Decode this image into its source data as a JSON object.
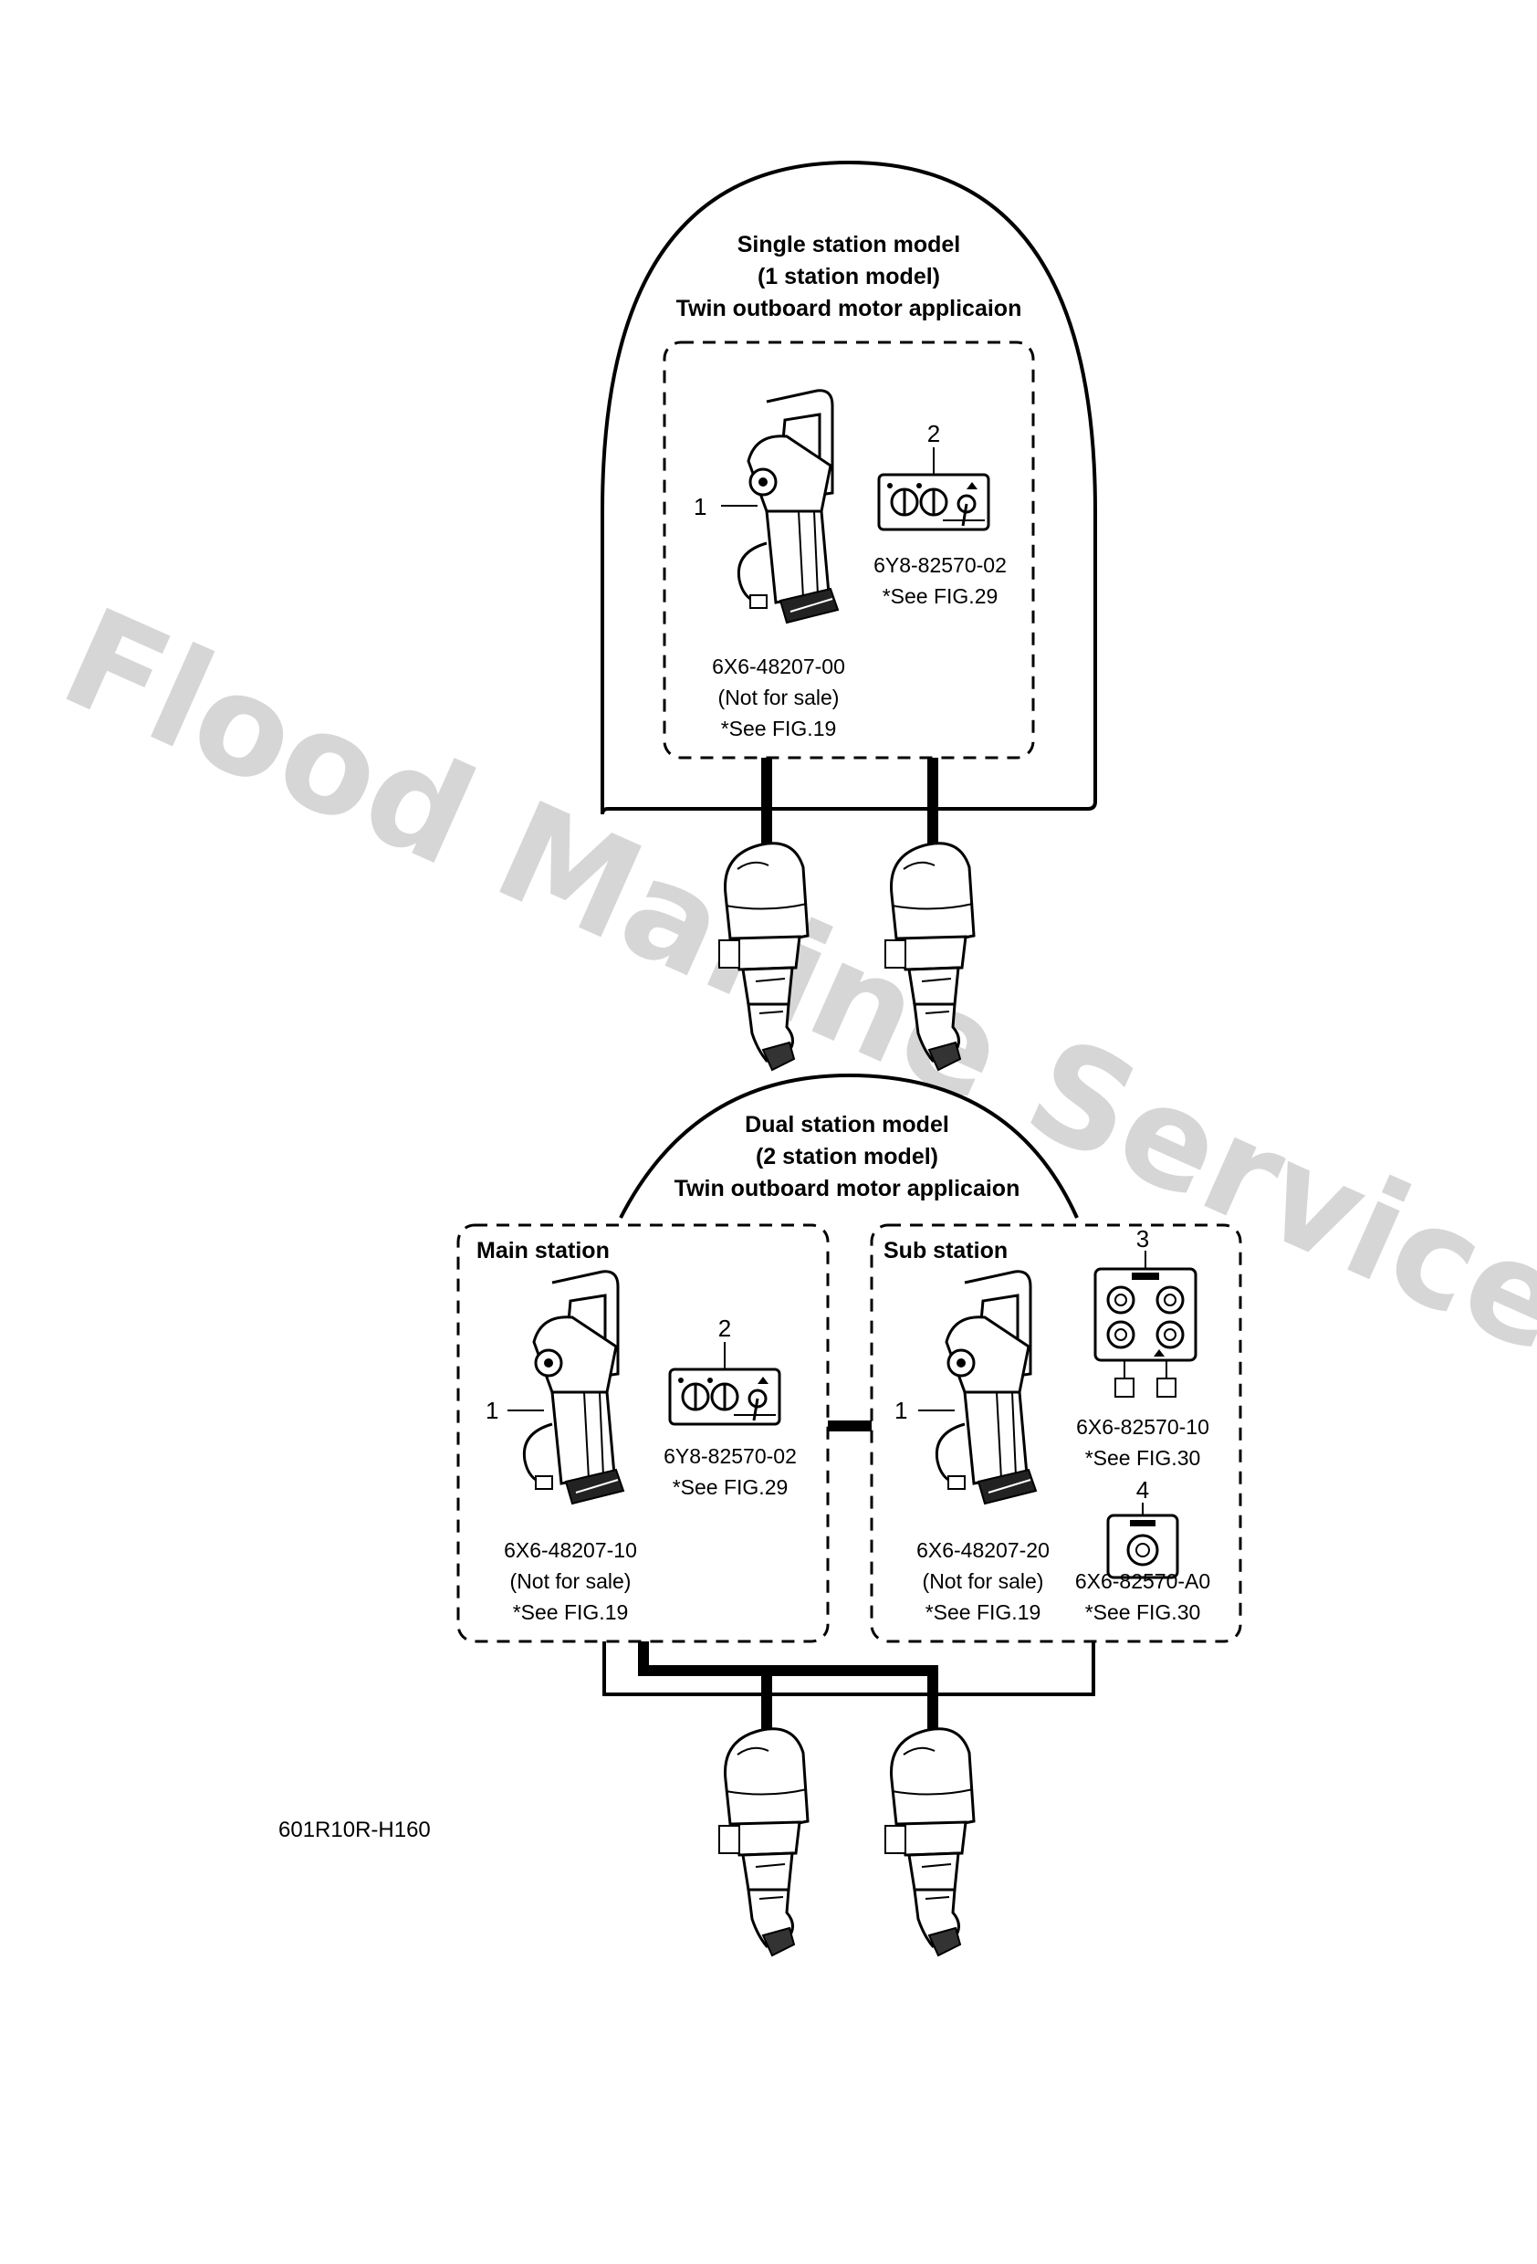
{
  "watermark": "Flood Marine Services",
  "figure_code": "601R10R-H160",
  "single_station": {
    "title_lines": [
      "Single station model",
      "(1 station model)",
      "Twin outboard motor applicaion"
    ],
    "items": [
      {
        "callout": "1",
        "lines": [
          "6X6-48207-00",
          "(Not for sale)",
          "*See FIG.19"
        ]
      },
      {
        "callout": "2",
        "lines": [
          "6Y8-82570-02",
          "*See FIG.29"
        ]
      }
    ]
  },
  "dual_station": {
    "title_lines": [
      "Dual station model",
      "(2 station model)",
      "Twin outboard motor applicaion"
    ],
    "main_station": {
      "label": "Main station",
      "items": [
        {
          "callout": "1",
          "lines": [
            "6X6-48207-10",
            "(Not for sale)",
            "*See FIG.19"
          ]
        },
        {
          "callout": "2",
          "lines": [
            "6Y8-82570-02",
            "*See FIG.29"
          ]
        }
      ]
    },
    "sub_station": {
      "label": "Sub station",
      "items": [
        {
          "callout": "1",
          "lines": [
            "6X6-48207-20",
            "(Not for sale)",
            "*See FIG.19"
          ]
        },
        {
          "callout": "3",
          "lines": [
            "6X6-82570-10",
            "*See FIG.30"
          ]
        },
        {
          "callout": "4",
          "lines": [
            "6X6-82570-A0",
            "*See FIG.30"
          ]
        }
      ]
    }
  }
}
